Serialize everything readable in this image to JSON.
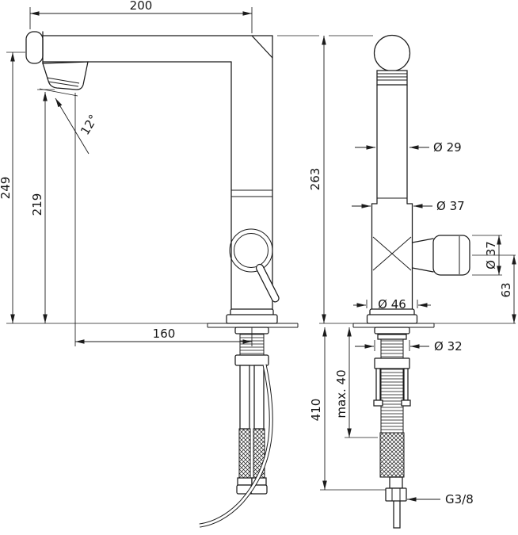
{
  "drawing": {
    "colors": {
      "line": "#1b1b1b",
      "background": "#ffffff"
    },
    "dims": {
      "reach200": "200",
      "height249": "249",
      "height219": "219",
      "angle12": "12°",
      "height263": "263",
      "dia29": "Ø 29",
      "dia37_body": "Ø 37",
      "dia37_handle": "Ø 37",
      "height63": "63",
      "dia46": "Ø 46",
      "reach160": "160",
      "dia32": "Ø 32",
      "max40": "max. 40",
      "length410": "410",
      "thread": "G3/8"
    }
  }
}
